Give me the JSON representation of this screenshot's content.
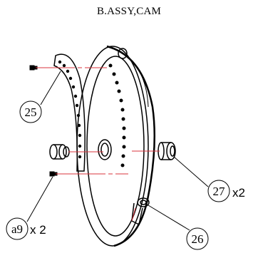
{
  "drawing": {
    "title": "B.ASSY,CAM",
    "callouts": [
      {
        "id": "25",
        "quantity": ""
      },
      {
        "id": "27",
        "quantity": "x2"
      },
      {
        "id": "a9",
        "quantity": "x 2"
      },
      {
        "id": "26",
        "quantity": ""
      }
    ],
    "colors": {
      "line": "#000000",
      "centerline": "#d9363e",
      "background": "#ffffff"
    }
  }
}
